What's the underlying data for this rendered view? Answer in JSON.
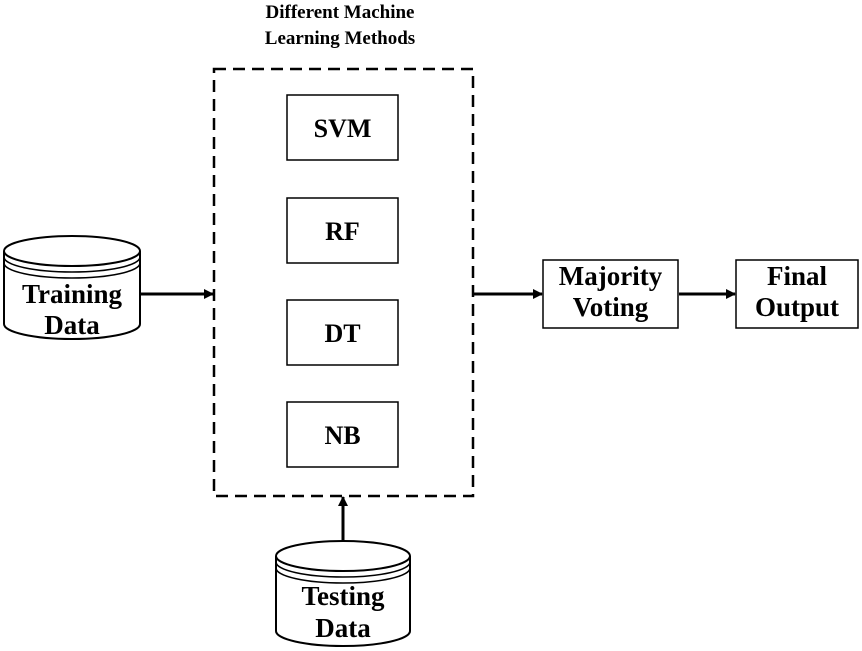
{
  "group": {
    "title_line1": "Different Machine",
    "title_line2": "Learning Methods"
  },
  "models": [
    {
      "label": "SVM"
    },
    {
      "label": "RF"
    },
    {
      "label": "DT"
    },
    {
      "label": "NB"
    }
  ],
  "training_data": {
    "line1": "Training",
    "line2": "Data"
  },
  "testing_data": {
    "line1": "Testing",
    "line2": "Data"
  },
  "majority_voting": {
    "line1": "Majority",
    "line2": "Voting"
  },
  "final_output": {
    "line1": "Final",
    "line2": "Output"
  },
  "colors": {
    "stroke": "#000000",
    "background": "#ffffff"
  }
}
